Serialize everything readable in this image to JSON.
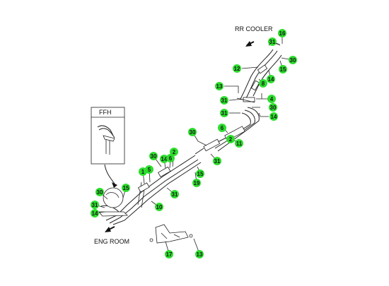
{
  "labels": {
    "top_right": "RR COOLER",
    "bottom_left": "ENG ROOM",
    "inset": "FFH"
  },
  "colors": {
    "callout_fill": "#2dde2d",
    "line": "#222222",
    "background": "#ffffff"
  },
  "callouts": [
    {
      "id": "c-16",
      "num": "16"
    },
    {
      "id": "c-31-top",
      "num": "31"
    },
    {
      "id": "c-30-top",
      "num": "30"
    },
    {
      "id": "c-15-top",
      "num": "15"
    },
    {
      "id": "c-12",
      "num": "12"
    },
    {
      "id": "c-14-top",
      "num": "14"
    },
    {
      "id": "c-8",
      "num": "8"
    },
    {
      "id": "c-13-top",
      "num": "13"
    },
    {
      "id": "c-4",
      "num": "4"
    },
    {
      "id": "c-31-mid",
      "num": "31"
    },
    {
      "id": "c-30-mid",
      "num": "30"
    },
    {
      "id": "c-31-mid2",
      "num": "31"
    },
    {
      "id": "c-14-mid",
      "num": "14"
    },
    {
      "id": "c-6",
      "num": "6"
    },
    {
      "id": "c-30-left",
      "num": "30"
    },
    {
      "id": "c-2-right",
      "num": "2"
    },
    {
      "id": "c-11",
      "num": "11"
    },
    {
      "id": "c-31-right",
      "num": "31"
    },
    {
      "id": "c-30-center",
      "num": "30"
    },
    {
      "id": "c-14-center",
      "num": "14"
    },
    {
      "id": "c-6-center",
      "num": "6"
    },
    {
      "id": "c-2-center",
      "num": "2"
    },
    {
      "id": "c-1",
      "num": "1"
    },
    {
      "id": "c-5",
      "num": "5"
    },
    {
      "id": "c-15-center",
      "num": "15"
    },
    {
      "id": "c-19",
      "num": "19"
    },
    {
      "id": "c-31-center",
      "num": "31"
    },
    {
      "id": "c-15-inset",
      "num": "15"
    },
    {
      "id": "c-30-low",
      "num": "30"
    },
    {
      "id": "c-10",
      "num": "10"
    },
    {
      "id": "c-31-low",
      "num": "31"
    },
    {
      "id": "c-14-low",
      "num": "14"
    },
    {
      "id": "c-17",
      "num": "17"
    },
    {
      "id": "c-13-low",
      "num": "13"
    }
  ]
}
